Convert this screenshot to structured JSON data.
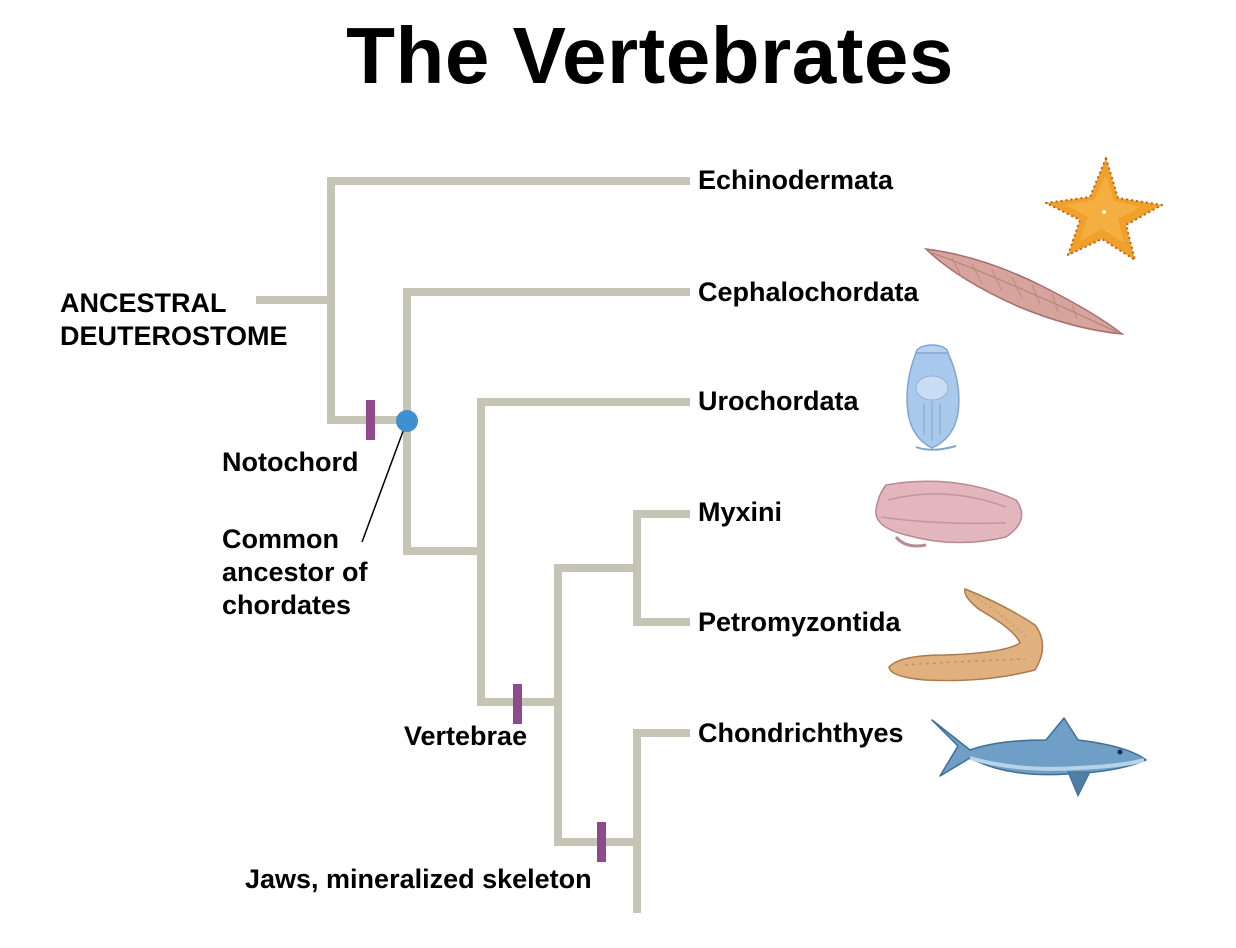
{
  "title": "The Vertebrates",
  "root_label": "ANCESTRAL\nDEUTEROSTOME",
  "taxa": [
    {
      "name": "Echinodermata",
      "icon": "starfish-icon"
    },
    {
      "name": "Cephalochordata",
      "icon": "lancelet-icon"
    },
    {
      "name": "Urochordata",
      "icon": "tunicate-icon"
    },
    {
      "name": "Myxini",
      "icon": "hagfish-icon"
    },
    {
      "name": "Petromyzontida",
      "icon": "lamprey-icon"
    },
    {
      "name": "Chondrichthyes",
      "icon": "shark-icon"
    }
  ],
  "traits": [
    {
      "label": "Notochord"
    },
    {
      "label": "Vertebrae"
    },
    {
      "label": "Jaws, mineralized skeleton"
    }
  ],
  "node_annotation": "Common\nancestor of\nchordates",
  "colors": {
    "branch": "#c6c4b5",
    "trait_marker": "#8e4a8c",
    "common_ancestor_node": "#3f8fd3"
  }
}
